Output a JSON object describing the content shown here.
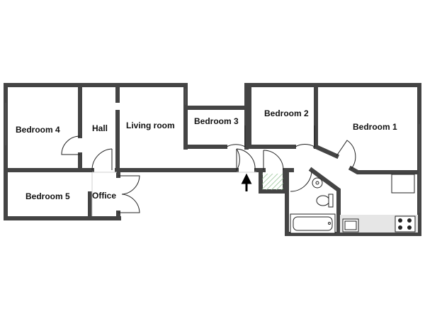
{
  "rooms": {
    "bedroom4": "Bedroom 4",
    "hall": "Hall",
    "living_room": "Living room",
    "bedroom3": "Bedroom 3",
    "bedroom2": "Bedroom 2",
    "bedroom1": "Bedroom 1",
    "bedroom5": "Bedroom 5",
    "office": "Office"
  },
  "colors": {
    "wall_fill": "#bdbdbd",
    "wall_outline": "#444444",
    "closet_hatch": "#8fbf8f",
    "counter": "#e6e6e6"
  },
  "icons": [
    "entrance-arrow-icon",
    "sink-icon",
    "toilet-icon",
    "bathtub-icon",
    "stove-icon",
    "kitchen-sink-icon",
    "fridge-icon"
  ]
}
